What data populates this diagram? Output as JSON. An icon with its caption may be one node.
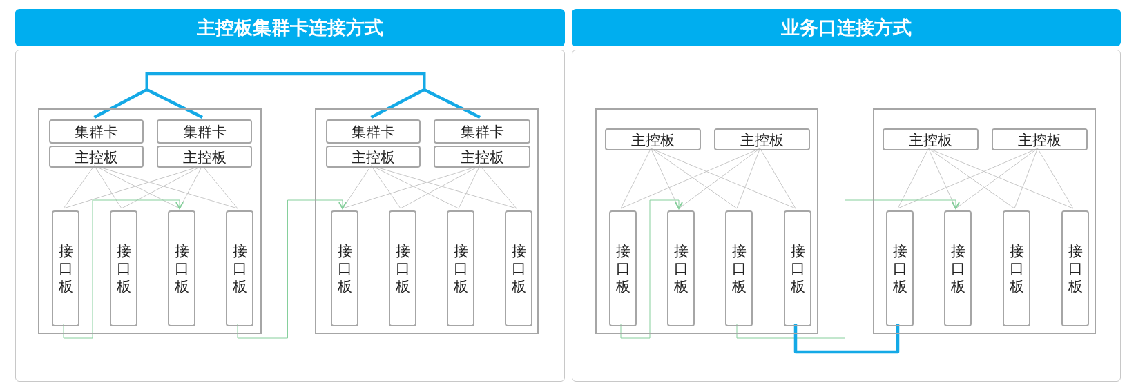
{
  "diagram": {
    "nodes": [
      {
        "text": [
          "主控板集群卡连接方式"
        ]
      },
      {
        "text": [],
        "shape": "box",
        "in": 0
      },
      {
        "text": [
          "集群卡"
        ],
        "in": 1
      },
      {
        "text": [
          "集群卡"
        ],
        "in": 1
      },
      {
        "text": [
          "主控板"
        ],
        "in": 1
      },
      {
        "text": [
          "主控板"
        ],
        "in": 1
      },
      {
        "text": [
          "接口板"
        ],
        "in": 1
      },
      {
        "text": [
          "接口板"
        ],
        "in": 1
      },
      {
        "text": [
          "接口板"
        ],
        "in": 1
      },
      {
        "text": [
          "接口板"
        ],
        "in": 1
      },
      {
        "text": [],
        "shape": "box",
        "in": 0
      },
      {
        "text": [
          "集群卡"
        ],
        "in": 10
      },
      {
        "text": [
          "集群卡"
        ],
        "in": 10
      },
      {
        "text": [
          "主控板"
        ],
        "in": 10
      },
      {
        "text": [
          "主控板"
        ],
        "in": 10
      },
      {
        "text": [
          "接口板"
        ],
        "in": 10
      },
      {
        "text": [
          "接口板"
        ],
        "in": 10
      },
      {
        "text": [
          "接口板"
        ],
        "in": 10
      },
      {
        "text": [
          "接口板"
        ],
        "in": 10
      },
      {
        "text": [
          "业务口连接方式"
        ]
      },
      {
        "text": [],
        "shape": "box",
        "in": 19
      },
      {
        "text": [
          "主控板"
        ],
        "in": 20
      },
      {
        "text": [
          "主控板"
        ],
        "in": 20
      },
      {
        "text": [
          "接口板"
        ],
        "in": 20
      },
      {
        "text": [
          "接口板"
        ],
        "in": 20
      },
      {
        "text": [
          "接口板"
        ],
        "in": 20
      },
      {
        "text": [
          "接口板"
        ],
        "in": 20
      },
      {
        "text": [],
        "shape": "box",
        "in": 19
      },
      {
        "text": [
          "主控板"
        ],
        "in": 27
      },
      {
        "text": [
          "主控板"
        ],
        "in": 27
      },
      {
        "text": [
          "接口板"
        ],
        "in": 27
      },
      {
        "text": [
          "接口板"
        ],
        "in": 27
      },
      {
        "text": [
          "接口板"
        ],
        "in": 27
      },
      {
        "text": [
          "接口板"
        ],
        "in": 27
      }
    ],
    "edges": [
      {
        "from": 4,
        "to": 6,
        "arrow": "none"
      },
      {
        "from": 4,
        "to": 7,
        "arrow": "none"
      },
      {
        "from": 4,
        "to": 8,
        "arrow": "none"
      },
      {
        "from": 4,
        "to": 9,
        "arrow": "none"
      },
      {
        "from": 5,
        "to": 6,
        "arrow": "none"
      },
      {
        "from": 5,
        "to": 7,
        "arrow": "none"
      },
      {
        "from": 5,
        "to": 8,
        "arrow": "none"
      },
      {
        "from": 5,
        "to": 9,
        "arrow": "none"
      },
      {
        "from": 13,
        "to": 15,
        "arrow": "none"
      },
      {
        "from": 13,
        "to": 16,
        "arrow": "none"
      },
      {
        "from": 13,
        "to": 17,
        "arrow": "none"
      },
      {
        "from": 13,
        "to": 18,
        "arrow": "none"
      },
      {
        "from": 14,
        "to": 15,
        "arrow": "none"
      },
      {
        "from": 14,
        "to": 16,
        "arrow": "none"
      },
      {
        "from": 14,
        "to": 17,
        "arrow": "none"
      },
      {
        "from": 14,
        "to": 18,
        "arrow": "none"
      },
      {
        "from": 21,
        "to": 23,
        "arrow": "none"
      },
      {
        "from": 21,
        "to": 24,
        "arrow": "none"
      },
      {
        "from": 21,
        "to": 25,
        "arrow": "none"
      },
      {
        "from": 21,
        "to": 26,
        "arrow": "none"
      },
      {
        "from": 22,
        "to": 23,
        "arrow": "none"
      },
      {
        "from": 22,
        "to": 24,
        "arrow": "none"
      },
      {
        "from": 22,
        "to": 25,
        "arrow": "none"
      },
      {
        "from": 22,
        "to": 26,
        "arrow": "none"
      },
      {
        "from": 28,
        "to": 30,
        "arrow": "none"
      },
      {
        "from": 28,
        "to": 31,
        "arrow": "none"
      },
      {
        "from": 28,
        "to": 32,
        "arrow": "none"
      },
      {
        "from": 28,
        "to": 33,
        "arrow": "none"
      },
      {
        "from": 29,
        "to": 30,
        "arrow": "none"
      },
      {
        "from": 29,
        "to": 31,
        "arrow": "none"
      },
      {
        "from": 29,
        "to": 32,
        "arrow": "none"
      },
      {
        "from": 29,
        "to": 33,
        "arrow": "none"
      },
      {
        "from": 2,
        "to": 11,
        "arrow": "none",
        "style": "thick",
        "color": "#14a9e6"
      },
      {
        "from": 2,
        "to": 12,
        "arrow": "none",
        "style": "thick",
        "color": "#14a9e6"
      },
      {
        "from": 3,
        "to": 11,
        "arrow": "none",
        "style": "thick",
        "color": "#14a9e6"
      },
      {
        "from": 3,
        "to": 12,
        "arrow": "none",
        "style": "thick",
        "color": "#14a9e6"
      },
      {
        "from": 26,
        "to": 30,
        "arrow": "none",
        "style": "thick",
        "color": "#14a9e6"
      },
      {
        "from": 6,
        "to": 8,
        "arrow": "to",
        "color": "#86cf9c"
      },
      {
        "from": 9,
        "to": 15,
        "arrow": "to",
        "color": "#86cf9c"
      },
      {
        "from": 23,
        "to": 24,
        "arrow": "to",
        "color": "#86cf9c"
      },
      {
        "from": 25,
        "to": 31,
        "arrow": "to",
        "color": "#86cf9c"
      }
    ]
  }
}
